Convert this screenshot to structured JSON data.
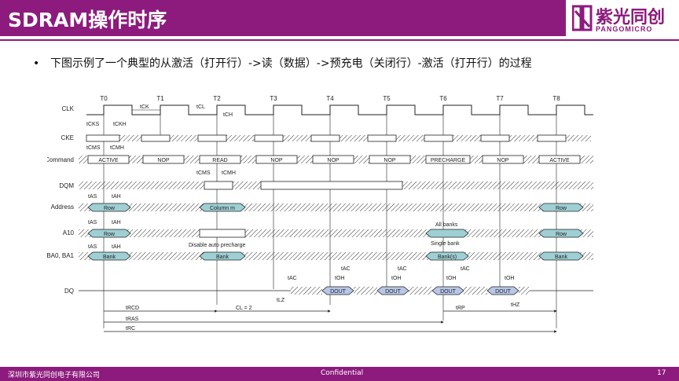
{
  "header": {
    "title": "SDRAM操作时序",
    "logo_name": "紫光同创",
    "logo_sub": "PANGOMICRO"
  },
  "bullet": "下图示例了一个典型的从激活（打开行）->读（数据）->预充电（关闭行）-激活（打开行）的过程",
  "diagram": {
    "signals": [
      "CLK",
      "CKE",
      "Command",
      "DQM",
      "Address",
      "A10",
      "BA0, BA1",
      "DQ"
    ],
    "clock_edges": [
      "T0",
      "T1",
      "T2",
      "T3",
      "T4",
      "T5",
      "T6",
      "T7",
      "T8"
    ],
    "timing_labels": {
      "tck": "tCK",
      "tcl": "tCL",
      "tch": "tCH",
      "tcks": "tCKS",
      "tckh": "tCKH",
      "tcms": "tCMS",
      "tcmh": "tCMH",
      "tcms2": "tCMS",
      "tcmh2": "tCMH",
      "tas1": "tAS",
      "tah1": "tAH",
      "tas2": "tAS",
      "tah2": "tAH",
      "tas3": "tAS",
      "tah3": "tAH",
      "tac1": "tAC",
      "tlz": "tLZ",
      "tac2": "tAC",
      "toh2": "tOH",
      "toh3": "tOH",
      "tac3": "tAC",
      "toh4": "tOH",
      "tac4": "tAC",
      "toh5": "tOH",
      "thz": "tHZ",
      "trcd": "tRCD",
      "cl2": "CL = 2",
      "trp": "tRP",
      "tras": "tRAS",
      "trc": "tRC"
    },
    "commands": [
      "ACTIVE",
      "NOP",
      "READ",
      "NOP",
      "NOP",
      "NOP",
      "PRECHARGE",
      "NOP",
      "ACTIVE"
    ],
    "address": [
      "Row",
      "Column m",
      "Row"
    ],
    "a10": [
      "Row",
      "Row"
    ],
    "a10_notes": [
      "Disable auto precharge",
      "All banks",
      "Single bank"
    ],
    "bank": [
      "Bank",
      "Bank",
      "Bank(s)",
      "Bank"
    ],
    "dq": [
      "DOUT",
      "DOUT",
      "DOUT",
      "DOUT"
    ],
    "colors": {
      "bus_fill": "#9ecfd4",
      "dq_fill": "#b8c7e8",
      "hatch": "#333333"
    }
  },
  "footer": {
    "company": "深圳市紫光同创电子有限公司",
    "center": "Confidential",
    "page": "17"
  }
}
